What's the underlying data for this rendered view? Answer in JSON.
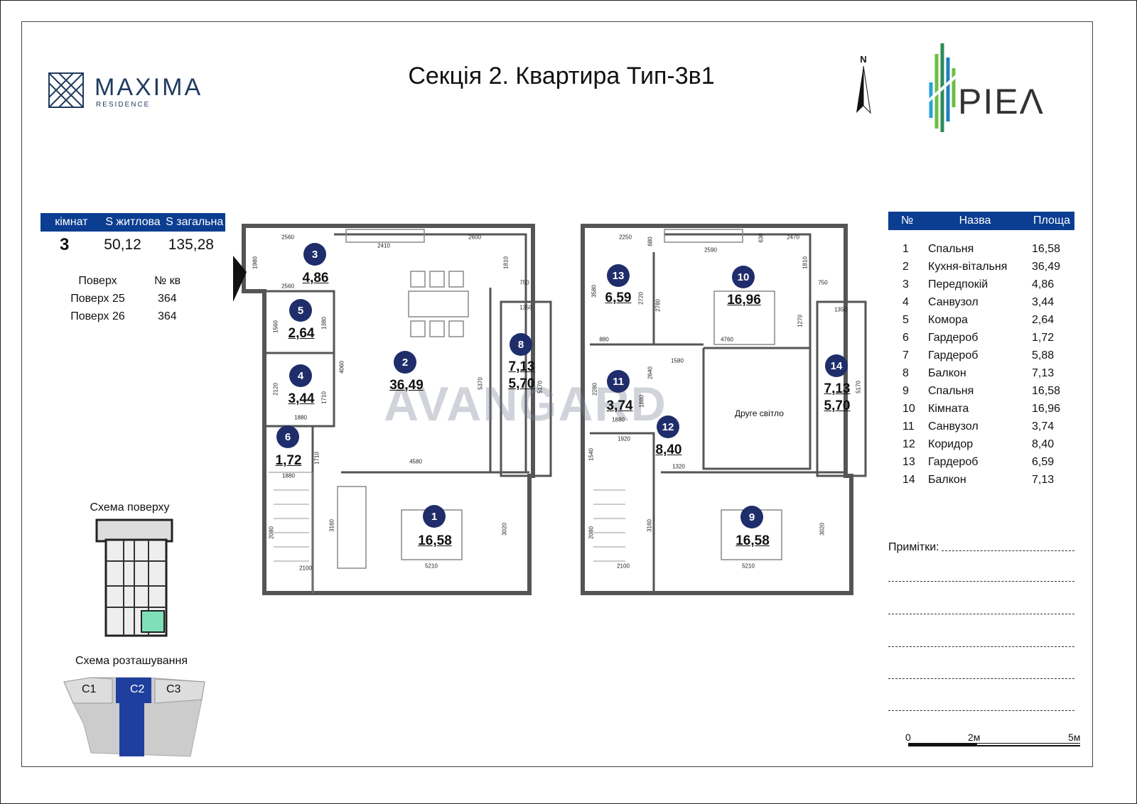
{
  "title": "Секція 2. Квартира Тип-3в1",
  "logo_left": {
    "name": "MAXIMA",
    "sub": "RESIDENCE"
  },
  "logo_right": {
    "name": "PIEΛ"
  },
  "north": "N",
  "watermark": "AVANGARD",
  "summary": {
    "headers": [
      "кімнат",
      "S житлова",
      "S загальна"
    ],
    "rooms": "3",
    "living": "50,12",
    "total": "135,28",
    "floor_header": "Поверх",
    "apt_header": "№ кв",
    "floors": [
      {
        "floor": "Поверх 25",
        "apt": "364"
      },
      {
        "floor": "Поверх 26",
        "apt": "364"
      }
    ]
  },
  "rooms_table": {
    "headers": [
      "№",
      "Назва",
      "Площа"
    ],
    "rows": [
      {
        "n": "1",
        "name": "Спальня",
        "area": "16,58"
      },
      {
        "n": "2",
        "name": "Кухня-вітальня",
        "area": "36,49"
      },
      {
        "n": "3",
        "name": "Передпокій",
        "area": "4,86"
      },
      {
        "n": "4",
        "name": "Санвузол",
        "area": "3,44"
      },
      {
        "n": "5",
        "name": "Комора",
        "area": "2,64"
      },
      {
        "n": "6",
        "name": "Гардероб",
        "area": "1,72"
      },
      {
        "n": "7",
        "name": "Гардероб",
        "area": "5,88"
      },
      {
        "n": "8",
        "name": "Балкон",
        "area": "7,13"
      },
      {
        "n": "9",
        "name": "Спальня",
        "area": "16,58"
      },
      {
        "n": "10",
        "name": "Кімната",
        "area": "16,96"
      },
      {
        "n": "11",
        "name": "Санвузол",
        "area": "3,74"
      },
      {
        "n": "12",
        "name": "Коридор",
        "area": "8,40"
      },
      {
        "n": "13",
        "name": "Гардероб",
        "area": "6,59"
      },
      {
        "n": "14",
        "name": "Балкон",
        "area": "7,13"
      }
    ]
  },
  "plan_labels": {
    "r3": {
      "n": "3",
      "a": "4,86"
    },
    "r5": {
      "n": "5",
      "a": "2,64"
    },
    "r4": {
      "n": "4",
      "a": "3,44"
    },
    "r6": {
      "n": "6",
      "a": "1,72"
    },
    "r2": {
      "n": "2",
      "a": "36,49"
    },
    "r8": {
      "n": "8",
      "a": "7,13",
      "a2": "5,70"
    },
    "r1": {
      "n": "1",
      "a": "16,58"
    },
    "r13": {
      "n": "13",
      "a": "6,59"
    },
    "r10": {
      "n": "10",
      "a": "16,96"
    },
    "r11": {
      "n": "11",
      "a": "3,74"
    },
    "r12": {
      "n": "12",
      "a": "8,40"
    },
    "r14": {
      "n": "14",
      "a": "7,13",
      "a2": "5,70"
    },
    "r9": {
      "n": "9",
      "a": "16,58"
    },
    "second_light": "Друге світло"
  },
  "dims": [
    "2560",
    "2410",
    "2600",
    "1810",
    "750",
    "1350",
    "2560",
    "1980",
    "1560",
    "1380",
    "4060",
    "5370",
    "5170",
    "2120",
    "1710",
    "1880",
    "1880",
    "1710",
    "4580",
    "3160",
    "2080",
    "3020",
    "5210",
    "2100",
    "2250",
    "680",
    "630",
    "2470",
    "2590",
    "1810",
    "750",
    "1350",
    "3580",
    "2720",
    "2780",
    "4760",
    "1270",
    "5170",
    "880",
    "1580",
    "2640",
    "1880",
    "2280",
    "1880",
    "1920",
    "1320",
    "1540",
    "2080",
    "3160",
    "3020",
    "5210",
    "2100"
  ],
  "schemes": {
    "floor_title": "Схема поверху",
    "site_title": "Схема розташування",
    "sections": [
      "C1",
      "C2",
      "C3"
    ]
  },
  "notes": {
    "label": "Примітки:"
  },
  "scale": {
    "ticks": [
      "0",
      "2м",
      "5м"
    ]
  }
}
